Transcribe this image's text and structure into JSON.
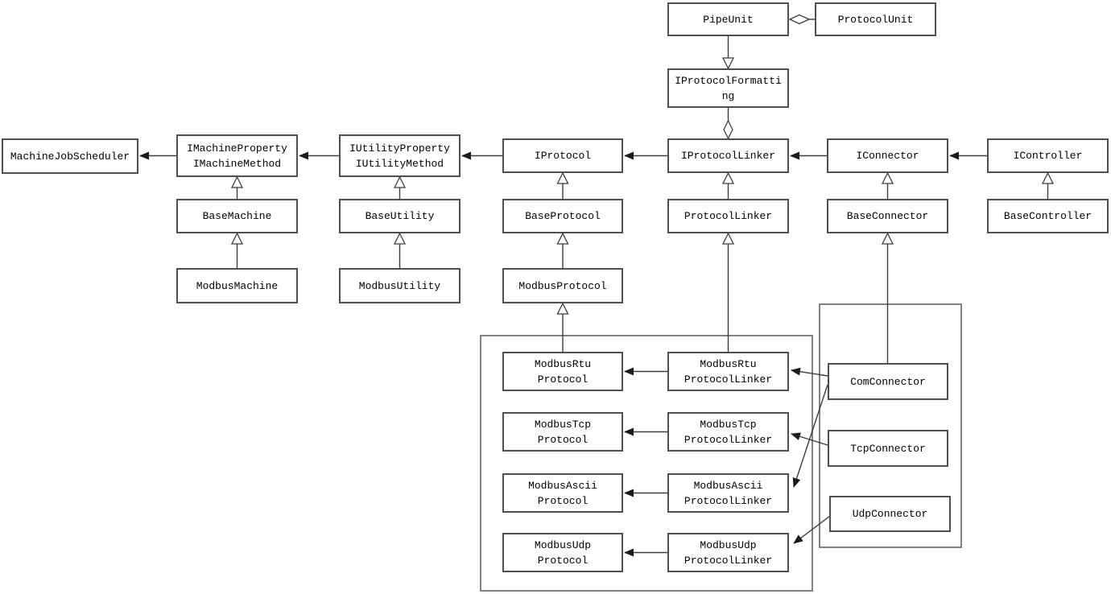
{
  "diagram": {
    "type": "uml-class-diagram",
    "background_color": "#ffffff",
    "box_border_color": "#4f4f4f",
    "group_border_color": "#828282",
    "line_color": "#3d3d3d",
    "text_color": "#000000",
    "nodes": {
      "pipe_unit": {
        "label": "PipeUnit"
      },
      "protocol_unit": {
        "label": "ProtocolUnit"
      },
      "i_protocol_formatting": {
        "label": "IProtocolFormatti\nng"
      },
      "machine_job_scheduler": {
        "label": "MachineJobScheduler"
      },
      "i_machine": {
        "label": "IMachineProperty\nIMachineMethod"
      },
      "i_utility": {
        "label": "IUtilityProperty\nIUtilityMethod"
      },
      "i_protocol": {
        "label": "IProtocol"
      },
      "i_protocol_linker": {
        "label": "IProtocolLinker"
      },
      "i_connector": {
        "label": "IConnector"
      },
      "i_controller": {
        "label": "IController"
      },
      "base_machine": {
        "label": "BaseMachine"
      },
      "base_utility": {
        "label": "BaseUtility"
      },
      "base_protocol": {
        "label": "BaseProtocol"
      },
      "protocol_linker": {
        "label": "ProtocolLinker"
      },
      "base_connector": {
        "label": "BaseConnector"
      },
      "base_controller": {
        "label": "BaseController"
      },
      "modbus_machine": {
        "label": "ModbusMachine"
      },
      "modbus_utility": {
        "label": "ModbusUtility"
      },
      "modbus_protocol": {
        "label": "ModbusProtocol"
      },
      "modbus_rtu_protocol": {
        "label": "ModbusRtu\nProtocol"
      },
      "modbus_rtu_protocol_linker": {
        "label": "ModbusRtu\nProtocolLinker"
      },
      "modbus_tcp_protocol": {
        "label": "ModbusTcp\nProtocol"
      },
      "modbus_tcp_protocol_linker": {
        "label": "ModbusTcp\nProtocolLinker"
      },
      "modbus_ascii_protocol": {
        "label": "ModbusAscii\nProtocol"
      },
      "modbus_ascii_protocol_linker": {
        "label": "ModbusAscii\nProtocolLinker"
      },
      "modbus_udp_protocol": {
        "label": "ModbusUdp\nProtocol"
      },
      "modbus_udp_protocol_linker": {
        "label": "ModbusUdp\nProtocolLinker"
      },
      "com_connector": {
        "label": "ComConnector"
      },
      "tcp_connector": {
        "label": "TcpConnector"
      },
      "udp_connector": {
        "label": "UdpConnector"
      }
    },
    "relationships": [
      {
        "from": "i_machine",
        "to": "machine_job_scheduler",
        "type": "solid-arrow"
      },
      {
        "from": "i_utility",
        "to": "i_machine",
        "type": "solid-arrow"
      },
      {
        "from": "i_protocol",
        "to": "i_utility",
        "type": "solid-arrow"
      },
      {
        "from": "i_protocol_linker",
        "to": "i_protocol",
        "type": "solid-arrow"
      },
      {
        "from": "i_connector",
        "to": "i_protocol_linker",
        "type": "solid-arrow"
      },
      {
        "from": "i_controller",
        "to": "i_connector",
        "type": "solid-arrow"
      },
      {
        "from": "pipe_unit",
        "to": "protocol_unit",
        "type": "aggregation",
        "diamond_at": "pipe_unit"
      },
      {
        "from": "pipe_unit",
        "to": "i_protocol_formatting",
        "type": "open-triangle",
        "triangle_at": "i_protocol_formatting"
      },
      {
        "from": "i_protocol_formatting",
        "to": "i_protocol_linker",
        "type": "aggregation",
        "diamond_at": "i_protocol_linker"
      },
      {
        "from": "base_machine",
        "to": "i_machine",
        "type": "generalization"
      },
      {
        "from": "modbus_machine",
        "to": "base_machine",
        "type": "generalization"
      },
      {
        "from": "base_utility",
        "to": "i_utility",
        "type": "generalization"
      },
      {
        "from": "modbus_utility",
        "to": "base_utility",
        "type": "generalization"
      },
      {
        "from": "base_protocol",
        "to": "i_protocol",
        "type": "generalization"
      },
      {
        "from": "modbus_protocol",
        "to": "base_protocol",
        "type": "generalization"
      },
      {
        "from": "modbus_rtu_protocol",
        "to": "modbus_protocol",
        "type": "generalization"
      },
      {
        "from": "protocol_linker",
        "to": "i_protocol_linker",
        "type": "generalization"
      },
      {
        "from": "modbus_rtu_protocol_linker",
        "to": "protocol_linker",
        "type": "generalization"
      },
      {
        "from": "base_connector",
        "to": "i_connector",
        "type": "generalization"
      },
      {
        "from": "com_connector",
        "to": "base_connector",
        "type": "generalization"
      },
      {
        "from": "base_controller",
        "to": "i_controller",
        "type": "generalization"
      },
      {
        "from": "modbus_rtu_protocol_linker",
        "to": "modbus_rtu_protocol",
        "type": "solid-arrow"
      },
      {
        "from": "modbus_tcp_protocol_linker",
        "to": "modbus_tcp_protocol",
        "type": "solid-arrow"
      },
      {
        "from": "modbus_ascii_protocol_linker",
        "to": "modbus_ascii_protocol",
        "type": "solid-arrow"
      },
      {
        "from": "modbus_udp_protocol_linker",
        "to": "modbus_udp_protocol",
        "type": "solid-arrow"
      },
      {
        "from": "com_connector",
        "to": "modbus_rtu_protocol_linker",
        "type": "solid-arrow"
      },
      {
        "from": "com_connector",
        "to": "modbus_ascii_protocol_linker",
        "type": "solid-arrow"
      },
      {
        "from": "tcp_connector",
        "to": "modbus_tcp_protocol_linker",
        "type": "solid-arrow"
      },
      {
        "from": "udp_connector",
        "to": "modbus_udp_protocol_linker",
        "type": "solid-arrow"
      }
    ]
  }
}
